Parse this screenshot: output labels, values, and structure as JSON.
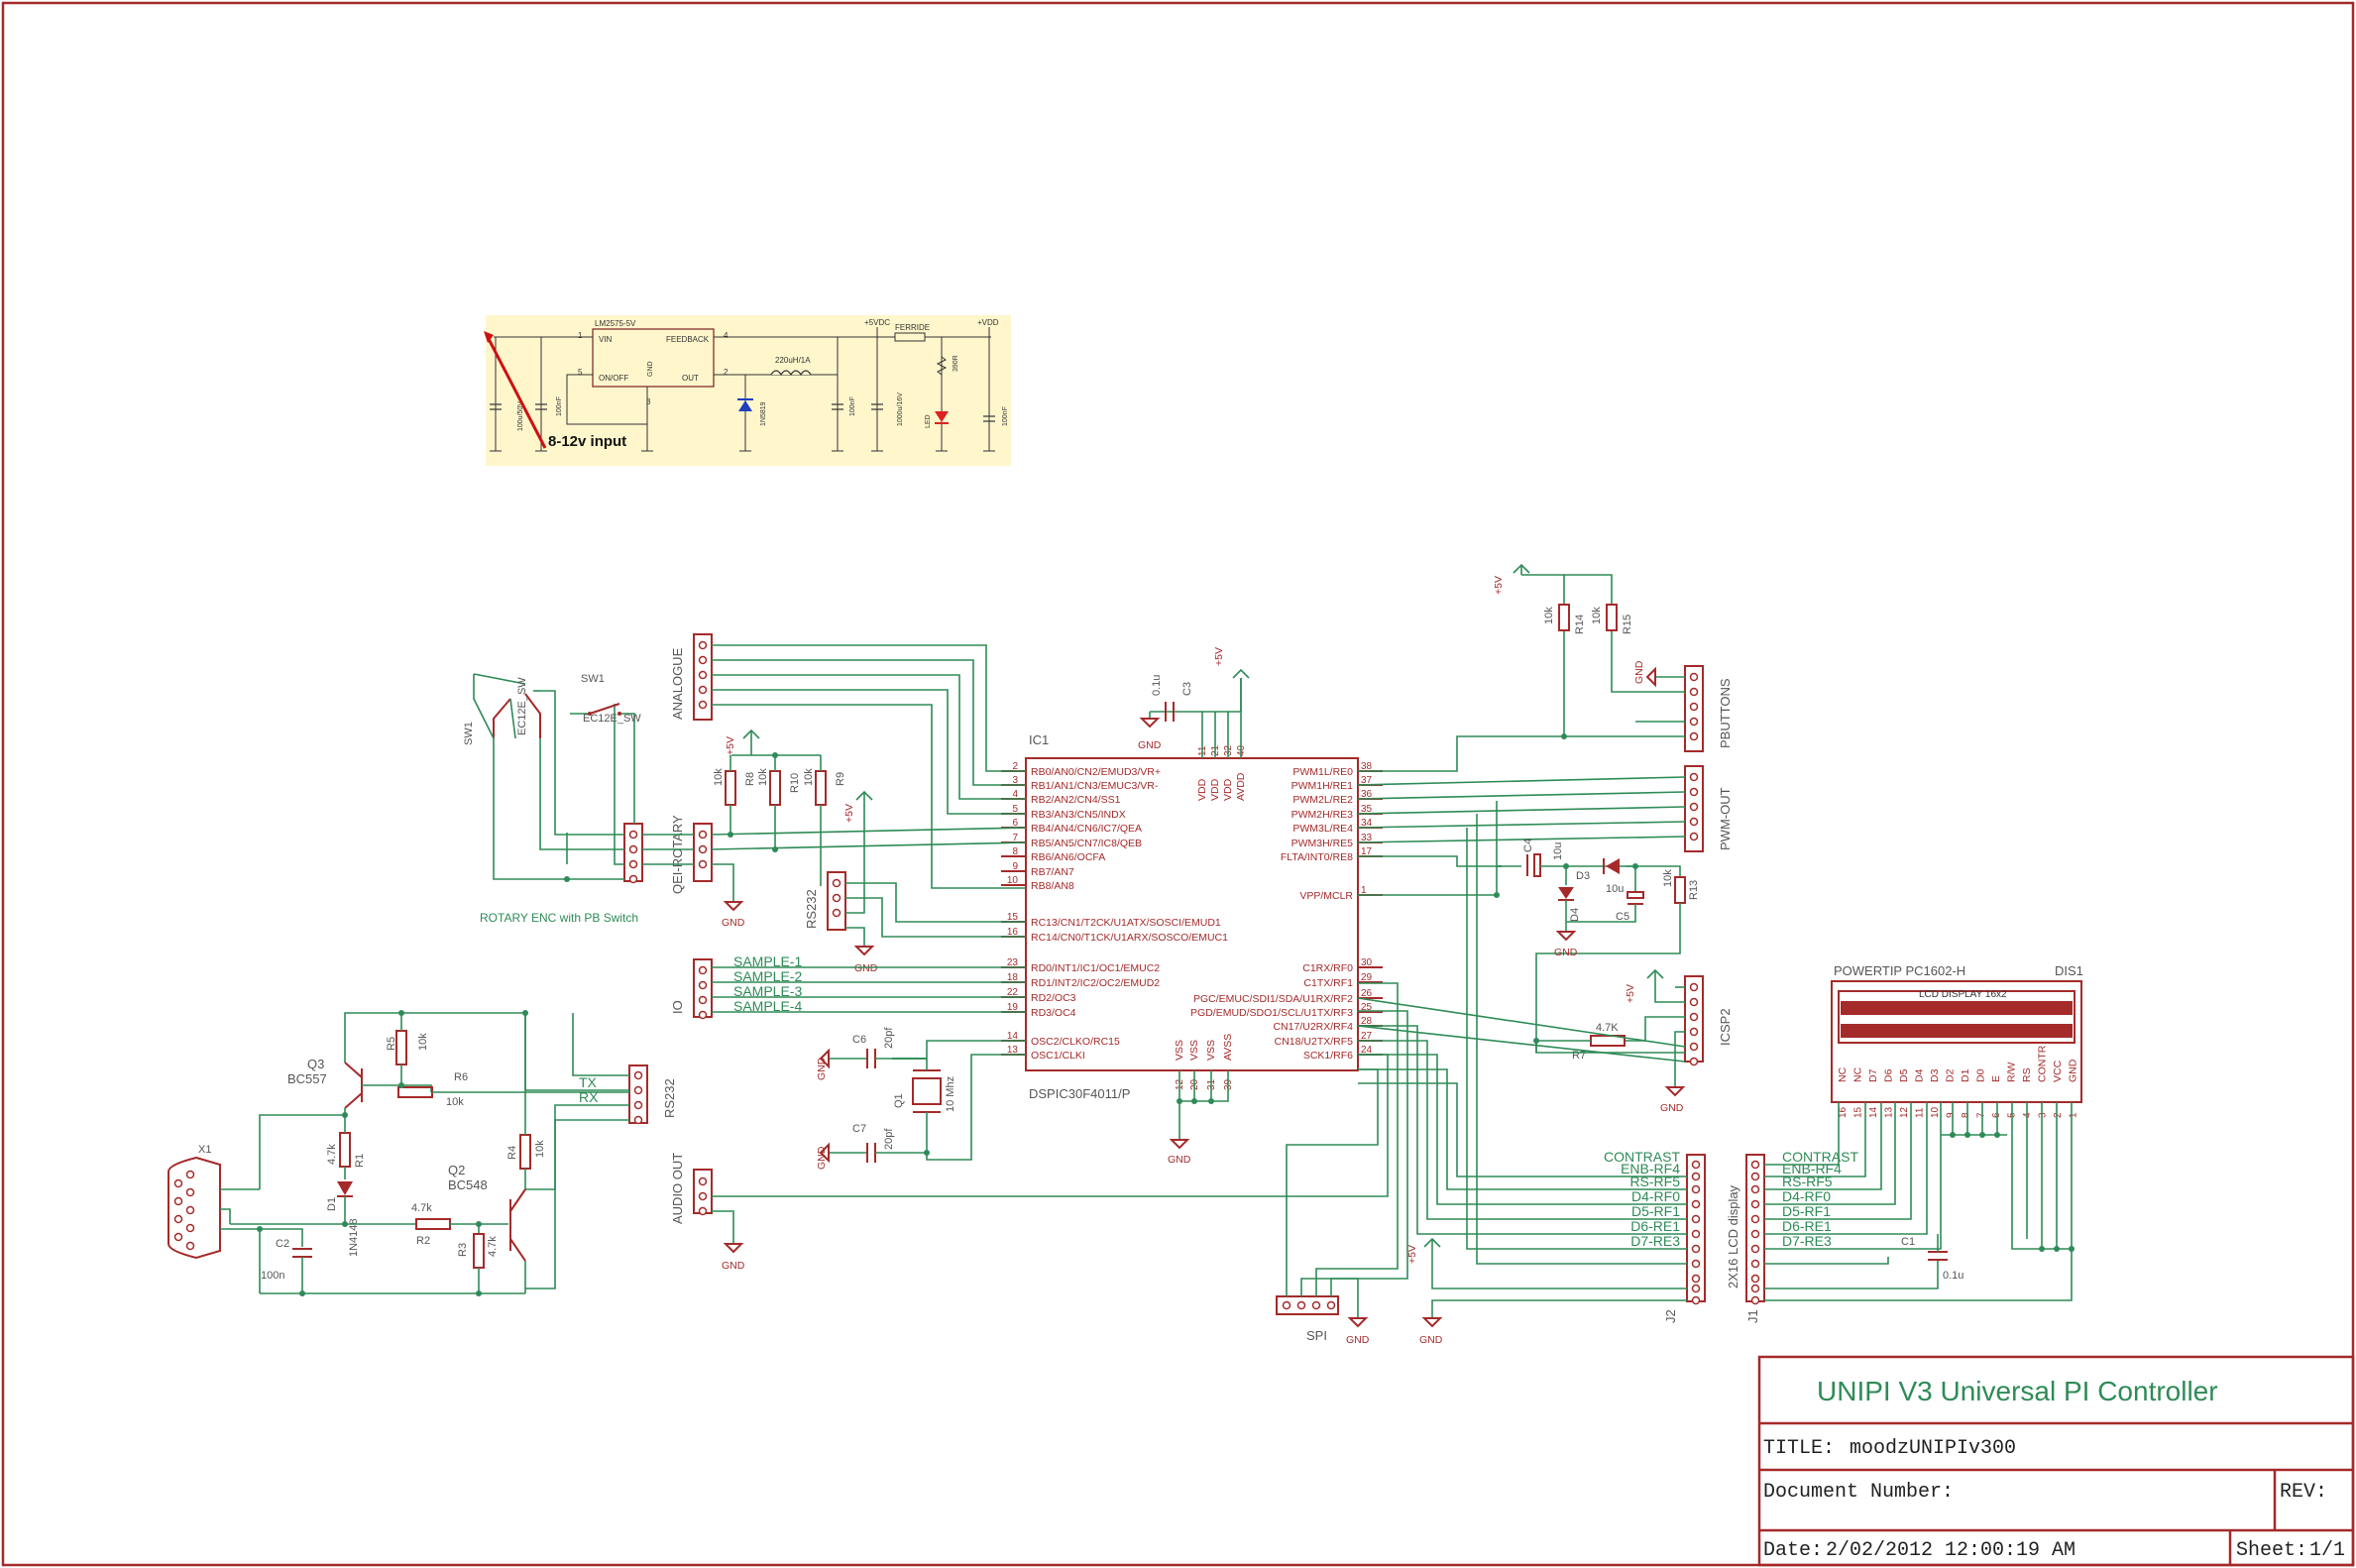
{
  "regulator": {
    "chip_label": "LM2575-5V",
    "vin_label": "VIN",
    "feedback_label": "FEEDBACK",
    "onoff_label": "ON/OFF",
    "gnd_label": "GND",
    "out_label": "OUT",
    "pin_1": "1",
    "pin_2": "2",
    "pin_3": "3",
    "pin_4": "4",
    "pin_5": "5",
    "inductor_label": "220uH/1A",
    "ferrite_label": "FERRIDE",
    "rail_5vdc": "+5VDC",
    "rail_vdd": "+VDD",
    "input_note": "8-12v input",
    "cap1_label": "100u/50V",
    "cap2_label": "100nF",
    "diode_label": "1N5819",
    "cap3_label": "100nF",
    "cap4_label": "1000u/16V",
    "res_label": "390R",
    "led_label": "LED",
    "cap5_label": "100nF"
  },
  "ic1": {
    "refdes": "IC1",
    "part": "DSPIC30F4011/P",
    "left_pins": [
      {
        "num": "2",
        "name": "RB0/AN0/CN2/EMUD3/VR+"
      },
      {
        "num": "3",
        "name": "RB1/AN1/CN3/EMUC3/VR-"
      },
      {
        "num": "4",
        "name": "RB2/AN2/CN4/SS1"
      },
      {
        "num": "5",
        "name": "RB3/AN3/CN5/INDX"
      },
      {
        "num": "6",
        "name": "RB4/AN4/CN6/IC7/QEA"
      },
      {
        "num": "7",
        "name": "RB5/AN5/CN7/IC8/QEB"
      },
      {
        "num": "8",
        "name": "RB6/AN6/OCFA"
      },
      {
        "num": "9",
        "name": "RB7/AN7"
      },
      {
        "num": "10",
        "name": "RB8/AN8"
      },
      {
        "num": "15",
        "name": "RC13/CN1/T2CK/U1ATX/SOSCI/EMUD1"
      },
      {
        "num": "16",
        "name": "RC14/CN0/T1CK/U1ARX/SOSCO/EMUC1"
      },
      {
        "num": "23",
        "name": "RD0/INT1/IC1/OC1/EMUC2"
      },
      {
        "num": "18",
        "name": "RD1/INT2/IC2/OC2/EMUD2"
      },
      {
        "num": "22",
        "name": "RD2/OC3"
      },
      {
        "num": "19",
        "name": "RD3/OC4"
      },
      {
        "num": "14",
        "name": "OSC2/CLKO/RC15"
      },
      {
        "num": "13",
        "name": "OSC1/CLKI"
      }
    ],
    "right_pins": [
      {
        "num": "38",
        "name": "PWM1L/RE0"
      },
      {
        "num": "37",
        "name": "PWM1H/RE1"
      },
      {
        "num": "36",
        "name": "PWM2L/RE2"
      },
      {
        "num": "35",
        "name": "PWM2H/RE3"
      },
      {
        "num": "34",
        "name": "PWM3L/RE4"
      },
      {
        "num": "33",
        "name": "PWM3H/RE5"
      },
      {
        "num": "17",
        "name": "FLTA/INT0/RE8"
      },
      {
        "num": "1",
        "name": "VPP/MCLR"
      },
      {
        "num": "30",
        "name": "C1RX/RF0"
      },
      {
        "num": "29",
        "name": "C1TX/RF1"
      },
      {
        "num": "26",
        "name": "PGC/EMUC/SDI1/SDA/U1RX/RF2"
      },
      {
        "num": "25",
        "name": "PGD/EMUD/SDO1/SCL/U1TX/RF3"
      },
      {
        "num": "28",
        "name": "CN17/U2RX/RF4"
      },
      {
        "num": "27",
        "name": "CN18/U2TX/RF5"
      },
      {
        "num": "24",
        "name": "SCK1/RF6"
      }
    ],
    "top_pins": [
      {
        "num": "11",
        "name": "VDD"
      },
      {
        "num": "21",
        "name": "VDD"
      },
      {
        "num": "32",
        "name": "VDD"
      },
      {
        "num": "40",
        "name": "AVDD"
      }
    ],
    "bottom_pins": [
      {
        "num": "12",
        "name": "VSS"
      },
      {
        "num": "20",
        "name": "VSS"
      },
      {
        "num": "31",
        "name": "VSS"
      },
      {
        "num": "39",
        "name": "AVSS"
      }
    ]
  },
  "components": {
    "c3_ref": "C3",
    "c3_val": "0.1u",
    "c4_ref": "C4",
    "c4_val": "10u",
    "c5_ref": "C5",
    "c5_val": "10u",
    "c6_ref": "C6",
    "c6_val": "20pf",
    "c7_ref": "C7",
    "c7_val": "20pf",
    "q1_ref": "Q1",
    "q1_val": "10 Mhz",
    "r8_ref": "R8",
    "r8_val": "10k",
    "r9_ref": "R9",
    "r9_val": "10k",
    "r10_ref": "R10",
    "r10_val": "10k",
    "r13_ref": "R13",
    "r13_val": "10k",
    "r14_ref": "R14",
    "r14_val": "10k",
    "r15_ref": "R15",
    "r15_val": "10k",
    "r7_ref": "R7",
    "r7_val": "4.7K",
    "d3_ref": "D3",
    "d4_ref": "D4",
    "sw1_ref": "SW1",
    "sw1_part": "EC12E_SW",
    "sw1b_ref": "SW1",
    "sw1b_part": "EC12E_SW",
    "rotary_note": "ROTARY ENC with PB Switch",
    "q3_ref": "Q3",
    "q3_val": "BC557",
    "q2_ref": "Q2",
    "q2_val": "BC548",
    "r5_ref": "R5",
    "r5_val": "10k",
    "r6_ref": "R6",
    "r6_val": "10k",
    "r1_ref": "R1",
    "r1_val": "4.7k",
    "r2_ref": "R2",
    "r2_val": "4.7k",
    "r3_ref": "R3",
    "r3_val": "4.7k",
    "r4_ref": "R4",
    "r4_val": "10k",
    "d1_ref": "D1",
    "d1_val": "1N4148",
    "c2_ref": "C2",
    "c2_val": "100n",
    "x1_ref": "X1",
    "c1_ref": "C1",
    "c1_val": "0.1u"
  },
  "connectors": {
    "analogue": "ANALOGUE",
    "qei_rotary": "QEI-ROTARY",
    "rs232_mid": "RS232",
    "io": "IO",
    "rs232_left": "RS232",
    "audio_out": "AUDIO OUT",
    "pbuttons": "PBUTTONS",
    "pwm_out": "PWM-OUT",
    "icsp2": "ICSP2",
    "spi": "SPI",
    "j2": "J2",
    "j1_name": "2X16 LCD display",
    "j1": "J1"
  },
  "nets": {
    "sample1": "SAMPLE-1",
    "sample2": "SAMPLE-2",
    "sample3": "SAMPLE-3",
    "sample4": "SAMPLE-4",
    "tx": "TX",
    "rx": "RX",
    "lcd_nets": [
      "CONTRAST",
      "ENB-RF4",
      "RS-RF5",
      "D4-RF0",
      "D5-RF1",
      "D6-RE1",
      "D7-RE3"
    ],
    "gnd": "GND",
    "plus5v": "+5V"
  },
  "lcd": {
    "vendor": "POWERTIP PC1602-H",
    "refdes": "DIS1",
    "title": "LCD DISPLAY 16x2",
    "pin_names": [
      "NC",
      "NC",
      "D7",
      "D6",
      "D5",
      "D4",
      "D3",
      "D2",
      "D1",
      "D0",
      "E",
      "R/W",
      "RS",
      "CONTR",
      "VCC",
      "GND"
    ],
    "pin_numbers": [
      "16",
      "15",
      "14",
      "13",
      "12",
      "11",
      "10",
      "9",
      "8",
      "7",
      "6",
      "5",
      "4",
      "3",
      "2",
      "1"
    ]
  },
  "title_block": {
    "heading": "UNIPI V3 Universal PI Controller",
    "title_label": "TITLE:",
    "title_value": "moodzUNIPIv300",
    "docnum_label": "Document Number:",
    "rev_label": "REV:",
    "date_label": "Date:",
    "date_value": "2/02/2012 12:00:19 AM",
    "sheet_label": "Sheet:",
    "sheet_value": "1/1"
  },
  "colors": {
    "wire": "#2e8b57",
    "part": "#a52a2a",
    "frame": "#a52a2a",
    "inset_bg": "#fff6cc"
  }
}
